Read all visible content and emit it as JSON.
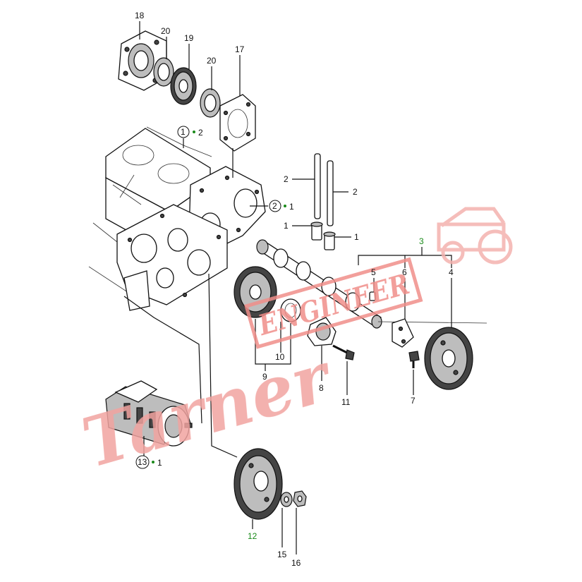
{
  "labels": {
    "l1": "1",
    "l1b": "1",
    "l2": "2",
    "l2b": "2",
    "l3": "3",
    "l4": "4",
    "l5": "5",
    "l6": "6",
    "l7": "7",
    "l8": "8",
    "l9": "9",
    "l10": "10",
    "l11": "11",
    "l12": "12",
    "l15": "15",
    "l16": "16",
    "l17": "17",
    "l18": "18",
    "l19": "19",
    "l20a": "20",
    "l20b": "20"
  },
  "callouts": {
    "c1": {
      "circle": "1",
      "qty": "2"
    },
    "c2": {
      "circle": "2",
      "qty": "1"
    },
    "c13": {
      "circle": "13",
      "qty": "1"
    }
  },
  "watermark": {
    "script_text": "Tarner",
    "box_text": "ENGINEER",
    "color": "#e8302a"
  },
  "colors": {
    "accent_green": "#1a8a1a",
    "ink": "#111111"
  }
}
